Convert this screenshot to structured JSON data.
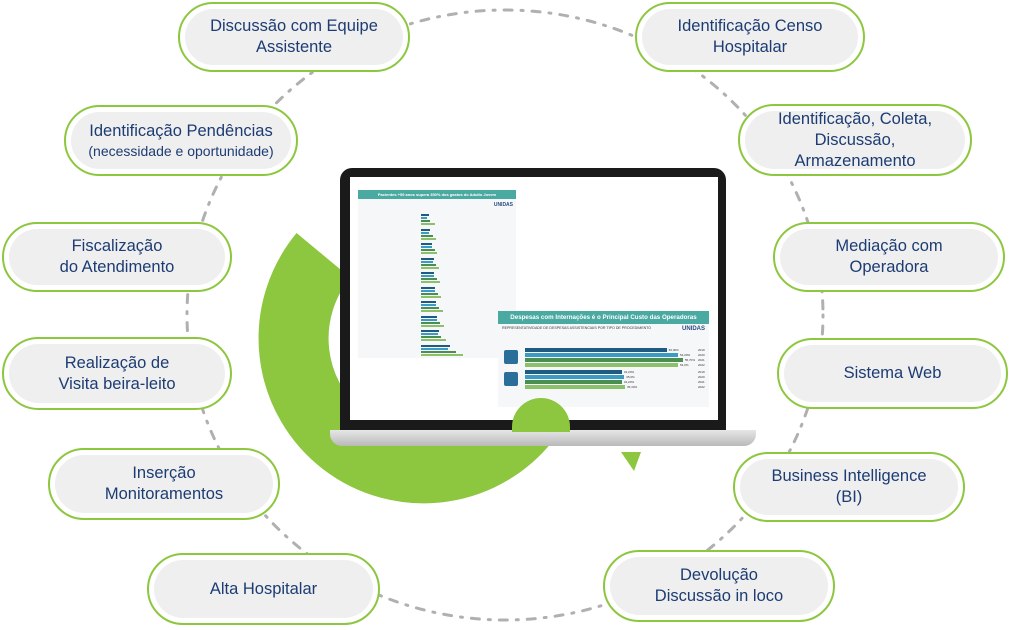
{
  "colors": {
    "accent_green": "#8dc63f",
    "text_navy": "#1c3c73",
    "pill_fill": "#efefef",
    "dotted_ring": "#b0b0b0",
    "chart_header": "#4aa9a0"
  },
  "steps_left": [
    {
      "line1": "Discussão com Equipe",
      "line2": "Assistente"
    },
    {
      "line1": "Identificação Pendências",
      "line2": "(necessidade e oportunidade)"
    },
    {
      "line1": "Fiscalização",
      "line2": "do Atendimento"
    },
    {
      "line1": "Realização de",
      "line2": "Visita beira-leito"
    },
    {
      "line1": "Inserção",
      "line2": "Monitoramentos"
    },
    {
      "line1": "Alta Hospitalar",
      "line2": ""
    }
  ],
  "steps_right": [
    {
      "line1": "Identificação Censo",
      "line2": "Hospitalar",
      "line3": ""
    },
    {
      "line1": "Identificação, Coleta,",
      "line2": "Discussão,",
      "line3": "Armazenamento"
    },
    {
      "line1": "Mediação com",
      "line2": "Operadora",
      "line3": ""
    },
    {
      "line1": "Sistema Web",
      "line2": "",
      "line3": ""
    },
    {
      "line1": "Business Intelligence",
      "line2": "(BI)",
      "line3": ""
    },
    {
      "line1": "Devolução",
      "line2": "Discussão in loco",
      "line3": ""
    }
  ],
  "laptop_screen": {
    "chart1": {
      "title": "Pacientes +59 anos supera 350% dos gastos do Adulto Jovem",
      "logo": "UNIDAS"
    },
    "chart2": {
      "title": "Despesas com Internações é o Principal Custo das Operadoras",
      "subtitle": "REPRESENTATIVIDADE DE DESPESAS ASSISTENCIAIS POR TIPO DE PROCEDIMENTO",
      "logo": "UNIDAS",
      "groups": [
        {
          "icon": "hospital-icon",
          "bars": [
            {
              "year": "2019",
              "value": 50.0,
              "label": "50,00%"
            },
            {
              "year": "2020",
              "value": 54.0,
              "label": "54,00%"
            },
            {
              "year": "2021",
              "value": 55.7,
              "label": "55,70%"
            },
            {
              "year": "2022",
              "value": 54.0,
              "label": "54,0%"
            }
          ]
        },
        {
          "icon": "clinic-icon",
          "bars": [
            {
              "year": "2019",
              "value": 34.2,
              "label": "34,20%"
            },
            {
              "year": "2020",
              "value": 35.0,
              "label": "35,0%"
            },
            {
              "year": "2021",
              "value": 34.2,
              "label": "34,20%"
            },
            {
              "year": "2022",
              "value": 35.3,
              "label": "35,30%"
            }
          ]
        }
      ]
    }
  }
}
